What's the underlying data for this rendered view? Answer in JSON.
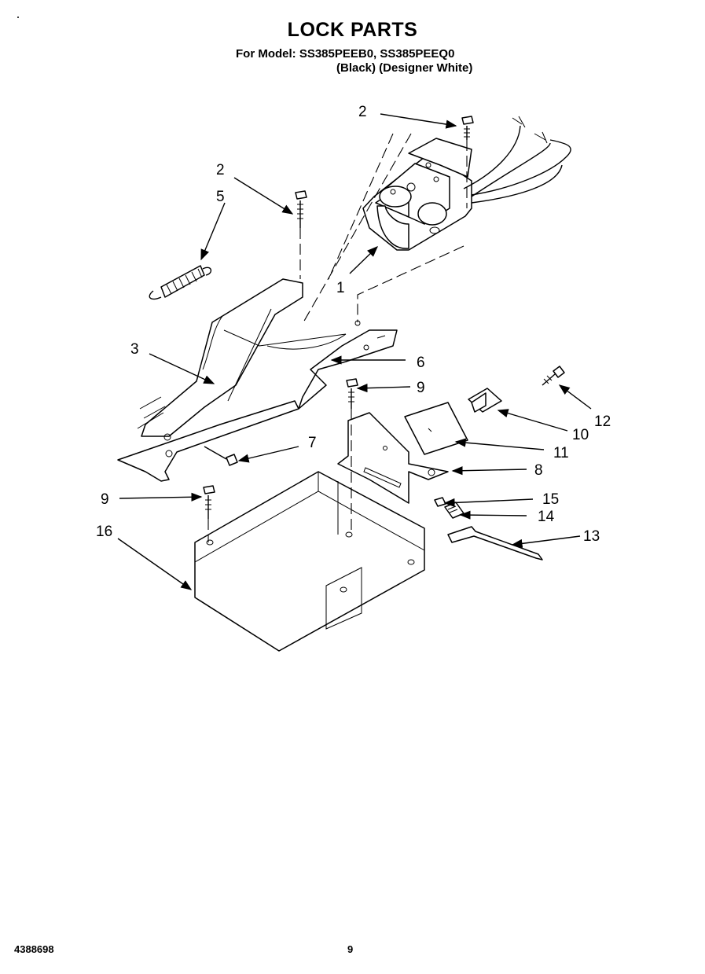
{
  "page": {
    "title": "LOCK PARTS",
    "model_line": "For Model: SS385PEEB0, SS385PEEQ0",
    "color_line": "(Black)  (Designer White)",
    "doc_number": "4388698",
    "page_number": "9"
  },
  "callouts": [
    {
      "id": "c2a",
      "label": "2"
    },
    {
      "id": "c2b",
      "label": "2"
    },
    {
      "id": "c5",
      "label": "5"
    },
    {
      "id": "c1",
      "label": "1"
    },
    {
      "id": "c3",
      "label": "3"
    },
    {
      "id": "c6",
      "label": "6"
    },
    {
      "id": "c9a",
      "label": "9"
    },
    {
      "id": "c12",
      "label": "12"
    },
    {
      "id": "c10",
      "label": "10"
    },
    {
      "id": "c7",
      "label": "7"
    },
    {
      "id": "c11",
      "label": "11"
    },
    {
      "id": "c8",
      "label": "8"
    },
    {
      "id": "c9b",
      "label": "9"
    },
    {
      "id": "c15",
      "label": "15"
    },
    {
      "id": "c14",
      "label": "14"
    },
    {
      "id": "c16",
      "label": "16"
    },
    {
      "id": "c13",
      "label": "13"
    }
  ]
}
